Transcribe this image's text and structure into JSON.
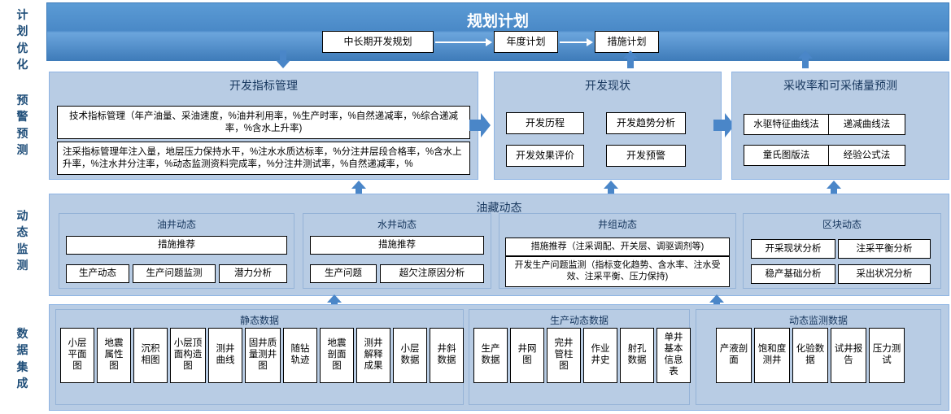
{
  "rail": {
    "items": [
      {
        "name": "plan-optimization",
        "chars": [
          "计",
          "划",
          "优",
          "化"
        ]
      },
      {
        "name": "early-warning-prediction",
        "chars": [
          "预",
          "警",
          "预",
          "测"
        ]
      },
      {
        "name": "dynamic-monitoring",
        "chars": [
          "动",
          "态",
          "监",
          "测"
        ]
      },
      {
        "name": "data-integration",
        "chars": [
          "数",
          "据",
          "集",
          "成"
        ]
      }
    ]
  },
  "banner": {
    "title": "规划计划",
    "nodes": [
      {
        "label": "中长期开发规划"
      },
      {
        "label": "年度计划"
      },
      {
        "label": "措施计划"
      }
    ]
  },
  "row1": {
    "dev_index": {
      "title": "开发指标管理",
      "items": [
        "技术指标管理（年产油量、采油速度，%油井利用率，%生产时率，%自然递减率，%综合递减率，%含水上升率)",
        "注采指标管理年注入量，地层压力保持水平，%注水水质达标率，%分注井层段合格率，%含水上升率，%注水井分注率，%动态监测资料完成率，%分注井测试率，%自然递减率，%"
      ]
    },
    "dev_status": {
      "title": "开发现状",
      "items": [
        "开发历程",
        "开发趋势分析",
        "开发效果评价",
        "开发预警"
      ]
    },
    "recovery": {
      "title": "采收率和可采储量预测",
      "items": [
        "水驱特征曲线法",
        "递减曲线法",
        "童氏图版法",
        "经验公式法"
      ]
    }
  },
  "row2": {
    "title": "油藏动态",
    "groups": [
      {
        "title": "油井动态",
        "wide": [
          "措施推荐"
        ],
        "items": [
          "生产动态",
          "生产问题监测",
          "潜力分析"
        ]
      },
      {
        "title": "水井动态",
        "wide": [
          "措施推荐"
        ],
        "items": [
          "生产问题",
          "超欠注原因分析"
        ]
      },
      {
        "title": "井组动态",
        "wide": [
          "措施推荐（注采调配、开关层、调驱调剂等)",
          "开发生产问题监测（指标变化趋势、含水率、注水受效、注采平衡、压力保持)"
        ],
        "items": []
      },
      {
        "title": "区块动态",
        "wide": [],
        "items": [
          "开采现状分析",
          "注采平衡分析",
          "稳产基础分析",
          "采出状况分析"
        ]
      }
    ]
  },
  "row3": {
    "groups": [
      {
        "title": "静态数据",
        "items": [
          "小层平面图",
          "地震属性图",
          "沉积相图",
          "小层顶面构造图",
          "测井曲线",
          "固井质量测井图",
          "随钻轨迹",
          "地震剖面图",
          "测井解释成果",
          "小层数据",
          "井斜数据"
        ]
      },
      {
        "title": "生产动态数据",
        "items": [
          "生产数据",
          "井网图",
          "完井管柱图",
          "作业井史",
          "射孔数据",
          "单井基本信息表"
        ]
      },
      {
        "title": "动态监测数据",
        "items": [
          "产液剖面",
          "饱和度测井",
          "化验数据",
          "试井报告",
          "压力测试"
        ]
      }
    ]
  },
  "colors": {
    "banner_blue": "#4a89c7",
    "panel_fill": "#b8cce4",
    "panel_border": "#8eb4e3",
    "title_text": "#17375e",
    "rail_text": "#1f4e79",
    "arrow": "#4a86c8"
  }
}
